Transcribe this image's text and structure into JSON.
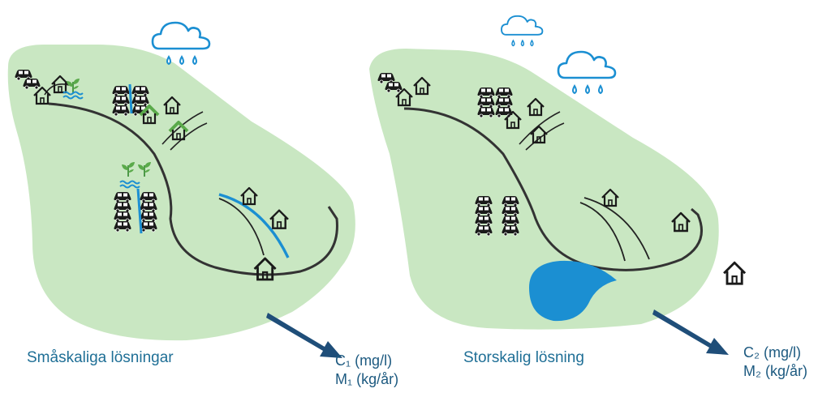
{
  "left_panel": {
    "label": "Småskaliga lösningar",
    "concentration": "C₁ (mg/l)",
    "load": "M₁ (kg/år)"
  },
  "right_panel": {
    "label": "Storskalig lösning",
    "concentration": "C₂ (mg/l)",
    "load": "M₂ (kg/år)"
  },
  "colors": {
    "land": "#c9e7c2",
    "water": "#1b8fd2",
    "arrow": "#1f4e79",
    "roof_green": "#5aaa4a",
    "text": "#1f6f96"
  }
}
